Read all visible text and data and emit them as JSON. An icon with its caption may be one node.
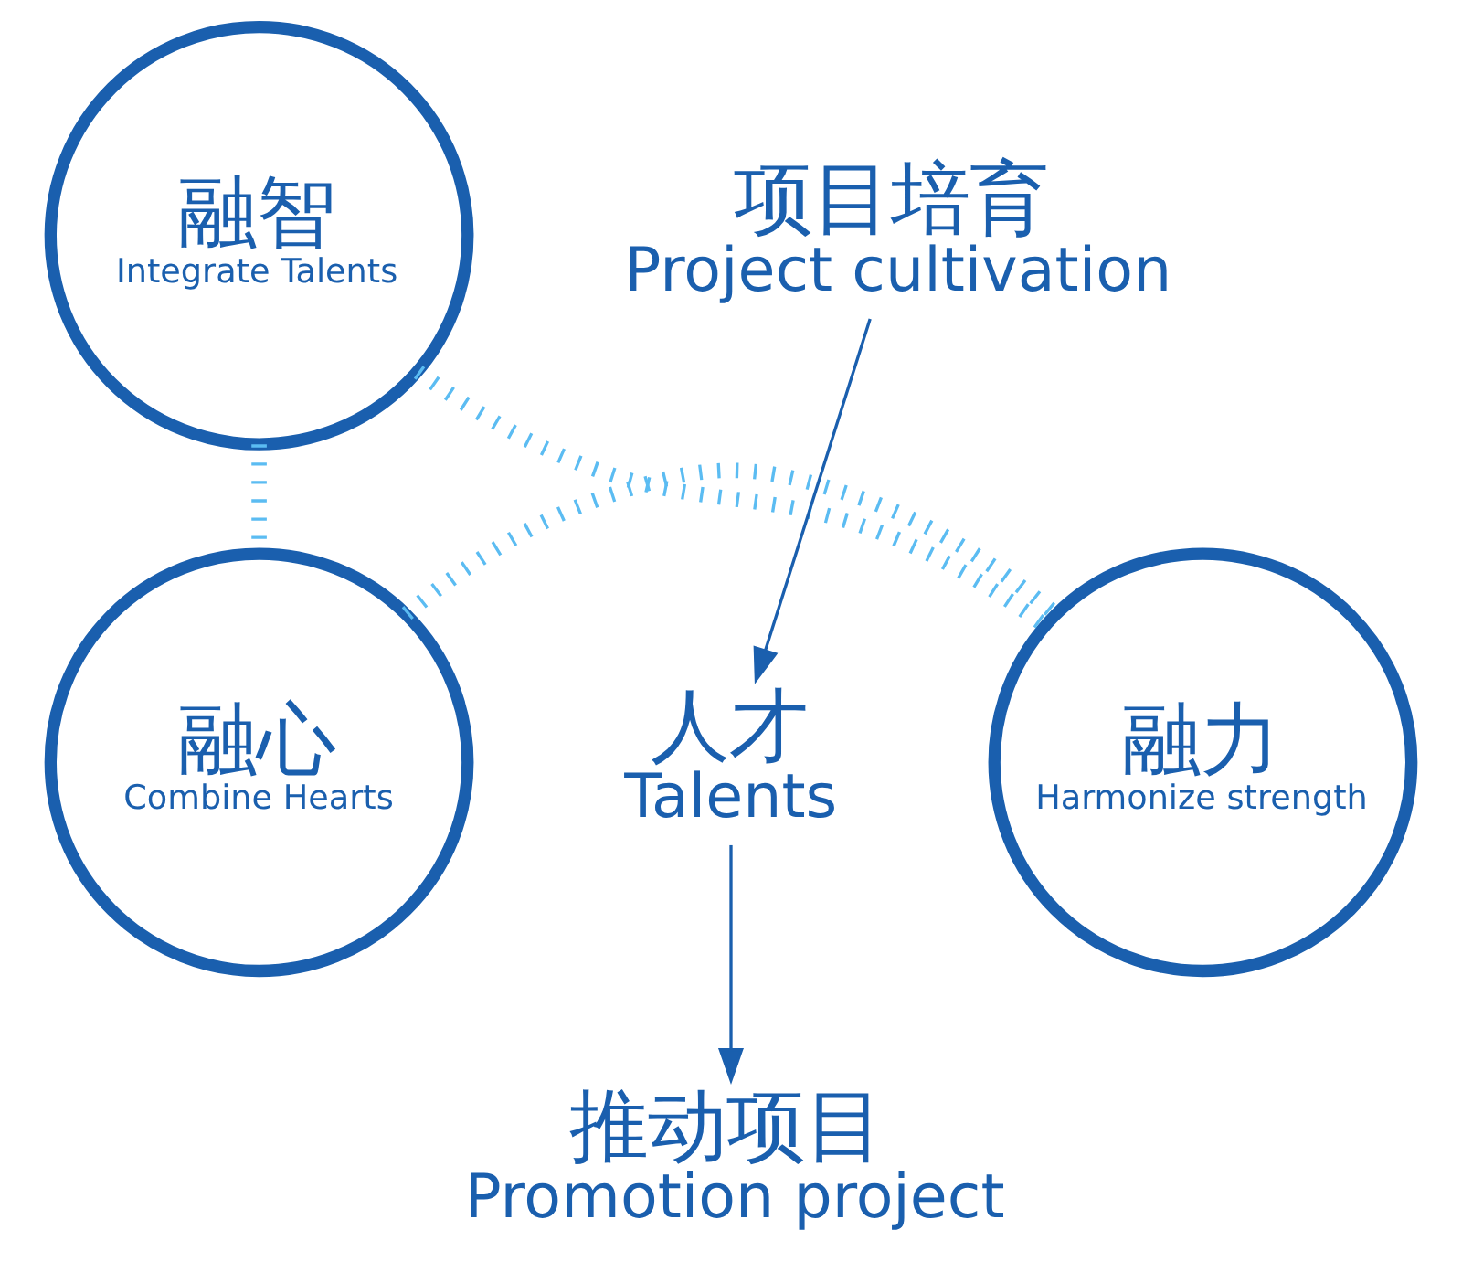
{
  "diagram": {
    "nodes": [
      {
        "text": [
          "融智",
          "Integrate Talents"
        ]
      },
      {
        "text": [
          "融心",
          "Combine Hearts"
        ]
      },
      {
        "text": [
          "融力",
          "Harmonize strength"
        ]
      },
      {
        "text": [
          "项目培育",
          "Project cultivation"
        ]
      },
      {
        "text": [
          "人才",
          "Talents"
        ]
      },
      {
        "text": [
          "推动项目",
          "Promotion project"
        ]
      }
    ],
    "edges": [
      {
        "from": 0,
        "to": 1,
        "arrow": "none",
        "style": "dashed",
        "color": "#5bbcf2"
      },
      {
        "from": 0,
        "to": 2,
        "arrow": "none",
        "style": "dashed",
        "color": "#5bbcf2"
      },
      {
        "from": 1,
        "to": 2,
        "arrow": "none",
        "style": "dashed",
        "color": "#5bbcf2"
      },
      {
        "from": 3,
        "to": 4,
        "arrow": "to",
        "color": "#1a5fae"
      },
      {
        "from": 4,
        "to": 5,
        "arrow": "to",
        "color": "#1a5fae"
      }
    ]
  }
}
